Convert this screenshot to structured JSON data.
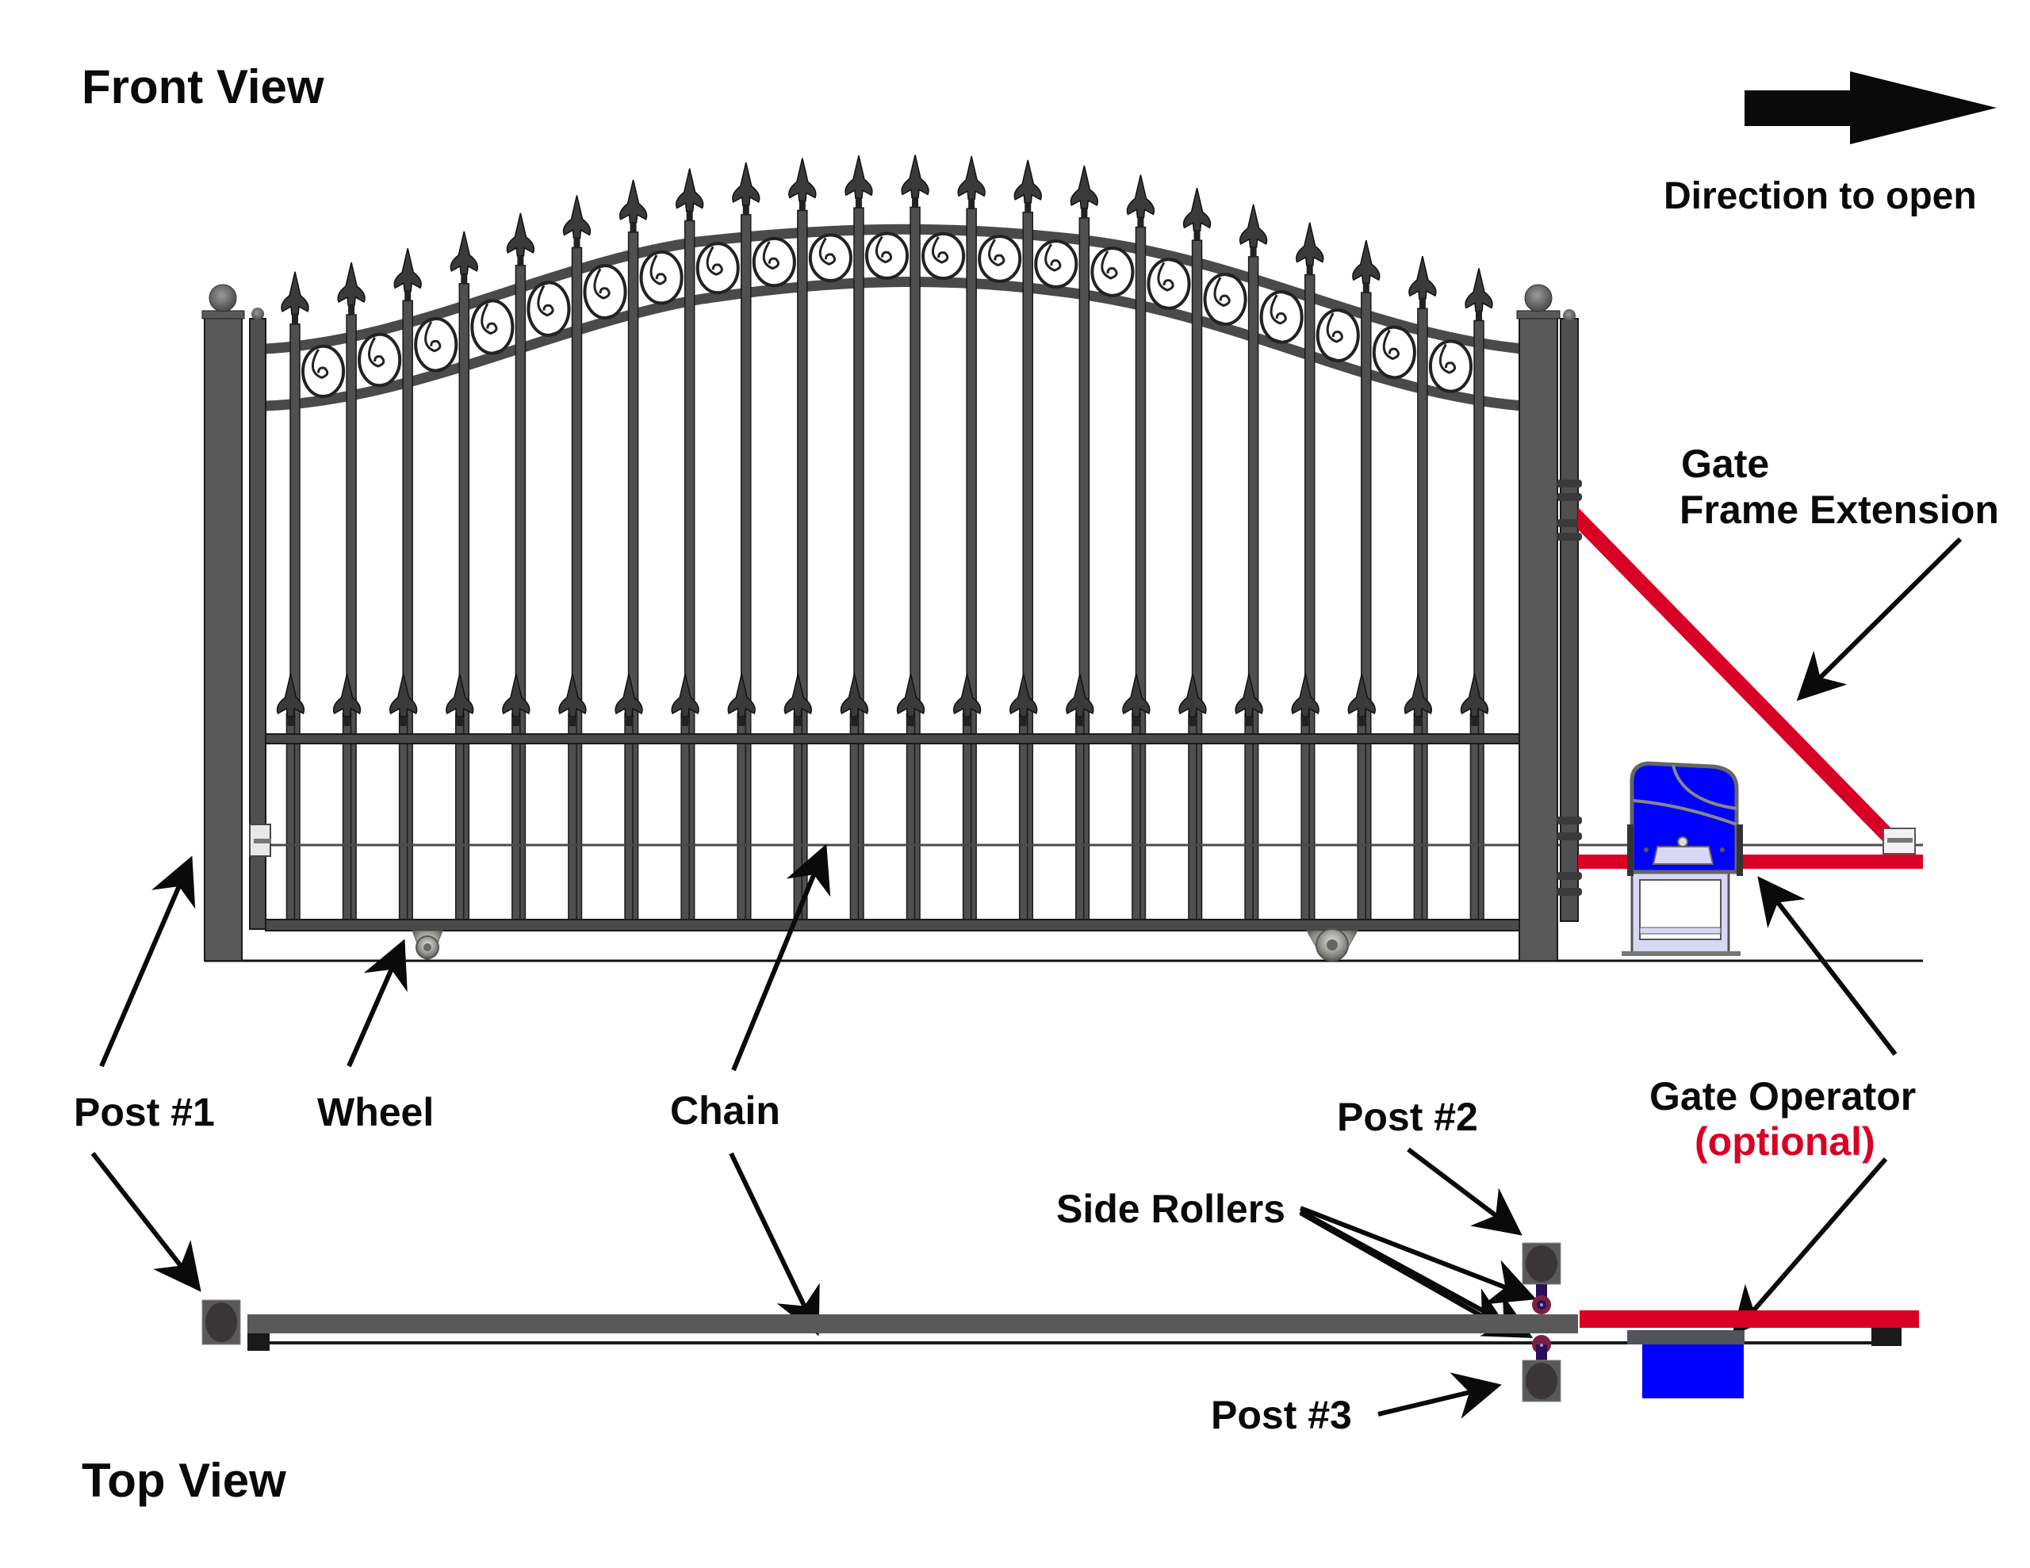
{
  "front_view": {
    "title": "Front View",
    "direction_label": "Direction to open"
  },
  "top_view": {
    "title": "Top View"
  },
  "callouts": {
    "gate_frame_extension_line1": "Gate",
    "gate_frame_extension_line2": "Frame Extension",
    "post1": "Post #1",
    "wheel": "Wheel",
    "chain": "Chain",
    "post2": "Post #2",
    "gate_operator": "Gate Operator",
    "gate_operator_optional": "(optional)",
    "side_rollers": "Side Rollers",
    "post3": "Post #3"
  },
  "icons": {
    "direction_arrow": "arrow-right-icon"
  },
  "colors": {
    "frame_extension": "#d90025",
    "operator": "#0000ff",
    "metal": "#4f4f4f",
    "post": "#595959",
    "roller": "#2a0f5c"
  }
}
